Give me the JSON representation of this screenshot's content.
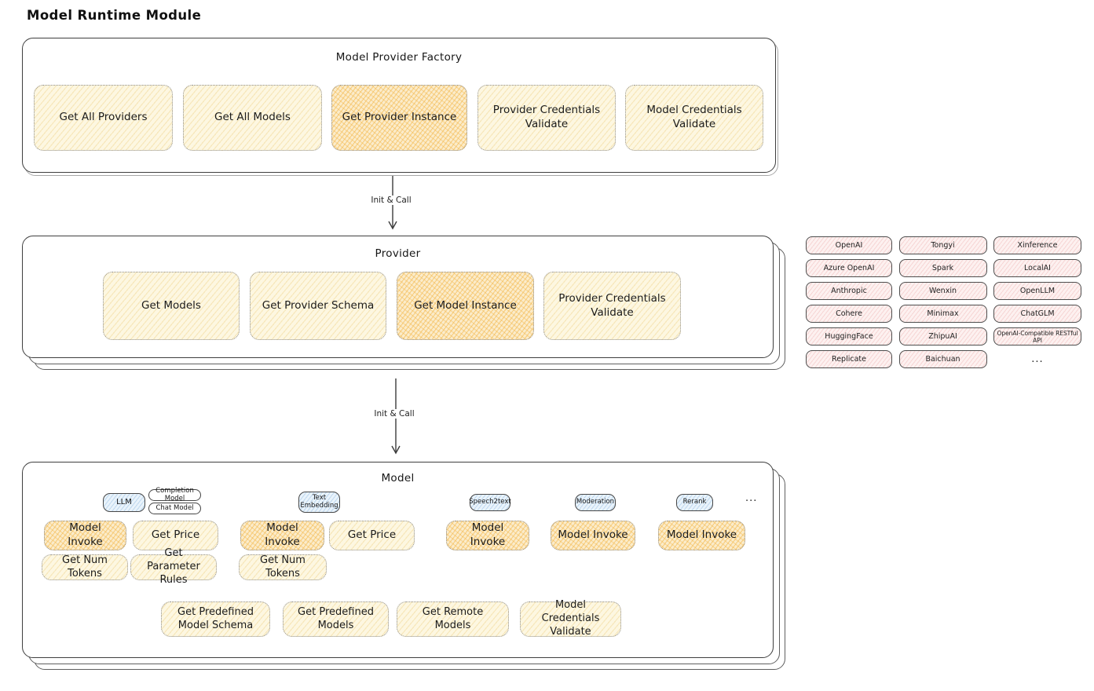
{
  "page": {
    "title": "Model Runtime Module"
  },
  "arrows": {
    "top": {
      "label": "Init & Call"
    },
    "bottom": {
      "label": "Init & Call"
    }
  },
  "factory": {
    "title": "Model Provider Factory",
    "buttons": [
      {
        "label": "Get All Providers",
        "highlighted": false
      },
      {
        "label": "Get All Models",
        "highlighted": false
      },
      {
        "label": "Get Provider Instance",
        "highlighted": true
      },
      {
        "label": "Provider Credentials Validate",
        "highlighted": false
      },
      {
        "label": "Model Credentials Validate",
        "highlighted": false
      }
    ]
  },
  "provider": {
    "title": "Provider",
    "buttons": [
      {
        "label": "Get Models",
        "highlighted": false
      },
      {
        "label": "Get Provider Schema",
        "highlighted": false
      },
      {
        "label": "Get Model Instance",
        "highlighted": true
      },
      {
        "label": "Provider Credentials Validate",
        "highlighted": false
      }
    ]
  },
  "provider_list": {
    "items": [
      "OpenAI",
      "Tongyi",
      "Xinference",
      "Azure OpenAI",
      "Spark",
      "LocalAI",
      "Anthropic",
      "Wenxin",
      "OpenLLM",
      "Cohere",
      "Minimax",
      "ChatGLM",
      "HuggingFace",
      "ZhipuAI",
      "OpenAI-Compatible RESTful API",
      "Replicate",
      "Baichuan"
    ],
    "ellipsis": "..."
  },
  "model": {
    "title": "Model",
    "tags": {
      "llm": "LLM",
      "completion": "Completion Model",
      "chat": "Chat Model",
      "text_embedding": "Text Embedding",
      "speech2text": "Speech2text",
      "moderation": "Moderation",
      "rerank": "Rerank",
      "more": "..."
    },
    "buttons": {
      "llm_invoke": "Model Invoke",
      "llm_price": "Get Price",
      "llm_tokens": "Get Num Tokens",
      "llm_rules": "Get Parameter Rules",
      "te_invoke": "Model Invoke",
      "te_price": "Get Price",
      "te_tokens": "Get Num Tokens",
      "s2t_invoke": "Model Invoke",
      "mod_invoke": "Model Invoke",
      "rerank_invoke": "Model Invoke",
      "predefined_schema": "Get Predefined Model Schema",
      "predefined_models": "Get Predefined Models",
      "remote_models": "Get Remote Models",
      "credentials_validate": "Model Credentials Validate"
    }
  },
  "colors": {
    "outline": "#3f3f3f",
    "button_yellow": "#fdf7e1",
    "button_orange_highlight": "#f6c97c",
    "provider_chip_pink": "#fdf1f0",
    "tag_blue": "#e9f3fb"
  }
}
